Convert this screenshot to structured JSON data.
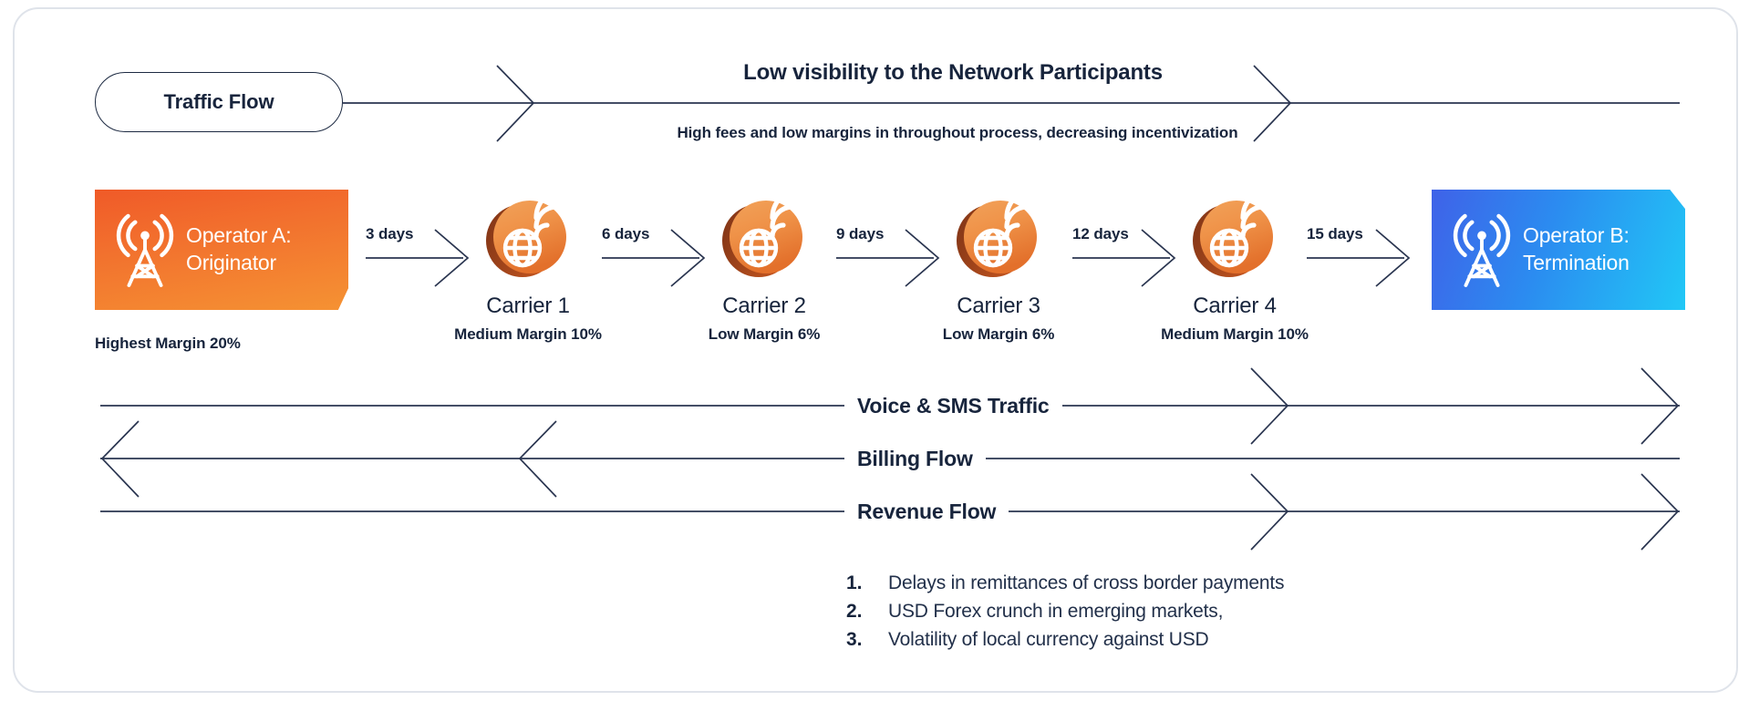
{
  "diagram": {
    "traffic_flow_pill": "Traffic Flow",
    "headline": "Low visibility to the Network Participants",
    "subheadline": "High fees and low margins in throughout process, decreasing incentivization",
    "operator_a": {
      "line1": "Operator A:",
      "line2": "Originator",
      "icon": "cell-tower-icon",
      "caption": "Highest Margin 20%",
      "color_from": "#f05a28",
      "color_to": "#f59233"
    },
    "operator_b": {
      "line1": "Operator B:",
      "line2": "Termination",
      "icon": "cell-tower-icon",
      "color_from": "#3f62e8",
      "color_to": "#21c8f6"
    },
    "carriers": [
      {
        "name": "Carrier 1",
        "margin": "Medium Margin 10%",
        "icon": "globe-signal-icon"
      },
      {
        "name": "Carrier 2",
        "margin": "Low Margin 6%",
        "icon": "globe-signal-icon"
      },
      {
        "name": "Carrier 3",
        "margin": "Low Margin 6%",
        "icon": "globe-signal-icon"
      },
      {
        "name": "Carrier 4",
        "margin": "Medium Margin 10%",
        "icon": "globe-signal-icon"
      }
    ],
    "hops": [
      {
        "label": "3 days"
      },
      {
        "label": "6 days"
      },
      {
        "label": "9 days"
      },
      {
        "label": "12 days"
      },
      {
        "label": "15 days"
      }
    ],
    "flows": [
      {
        "label": "Voice & SMS Traffic",
        "direction": "right"
      },
      {
        "label": "Billing Flow",
        "direction": "left"
      },
      {
        "label": "Revenue Flow",
        "direction": "right"
      }
    ],
    "notes": [
      {
        "num": "1.",
        "text": "Delays in remittances of cross border payments"
      },
      {
        "num": "2.",
        "text": "USD Forex crunch in emerging markets,"
      },
      {
        "num": "3.",
        "text": "Volatility of local currency against USD"
      }
    ],
    "line_color": "#2a3550"
  }
}
